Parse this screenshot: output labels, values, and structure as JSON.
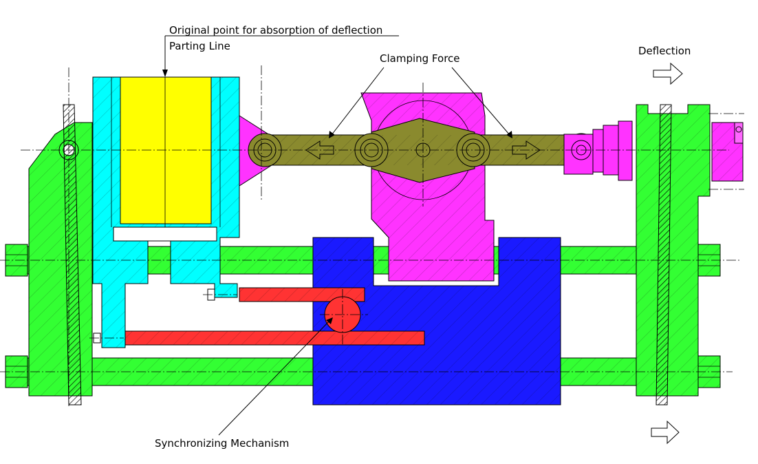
{
  "labels": {
    "original_point": "Original point for absorption of deflection",
    "parting_line": "Parting Line",
    "clamping_force": "Clamping Force",
    "deflection": "Deflection",
    "synchronizing": "Synchronizing Mechanism"
  },
  "colors": {
    "green": "#33ff33",
    "cyan": "#00ffff",
    "yellow": "#ffff00",
    "magenta": "#ff33ff",
    "blue": "#1a1aff",
    "red": "#ff3333",
    "olive": "#8a8a2e",
    "gray": "#a0a0a0"
  }
}
